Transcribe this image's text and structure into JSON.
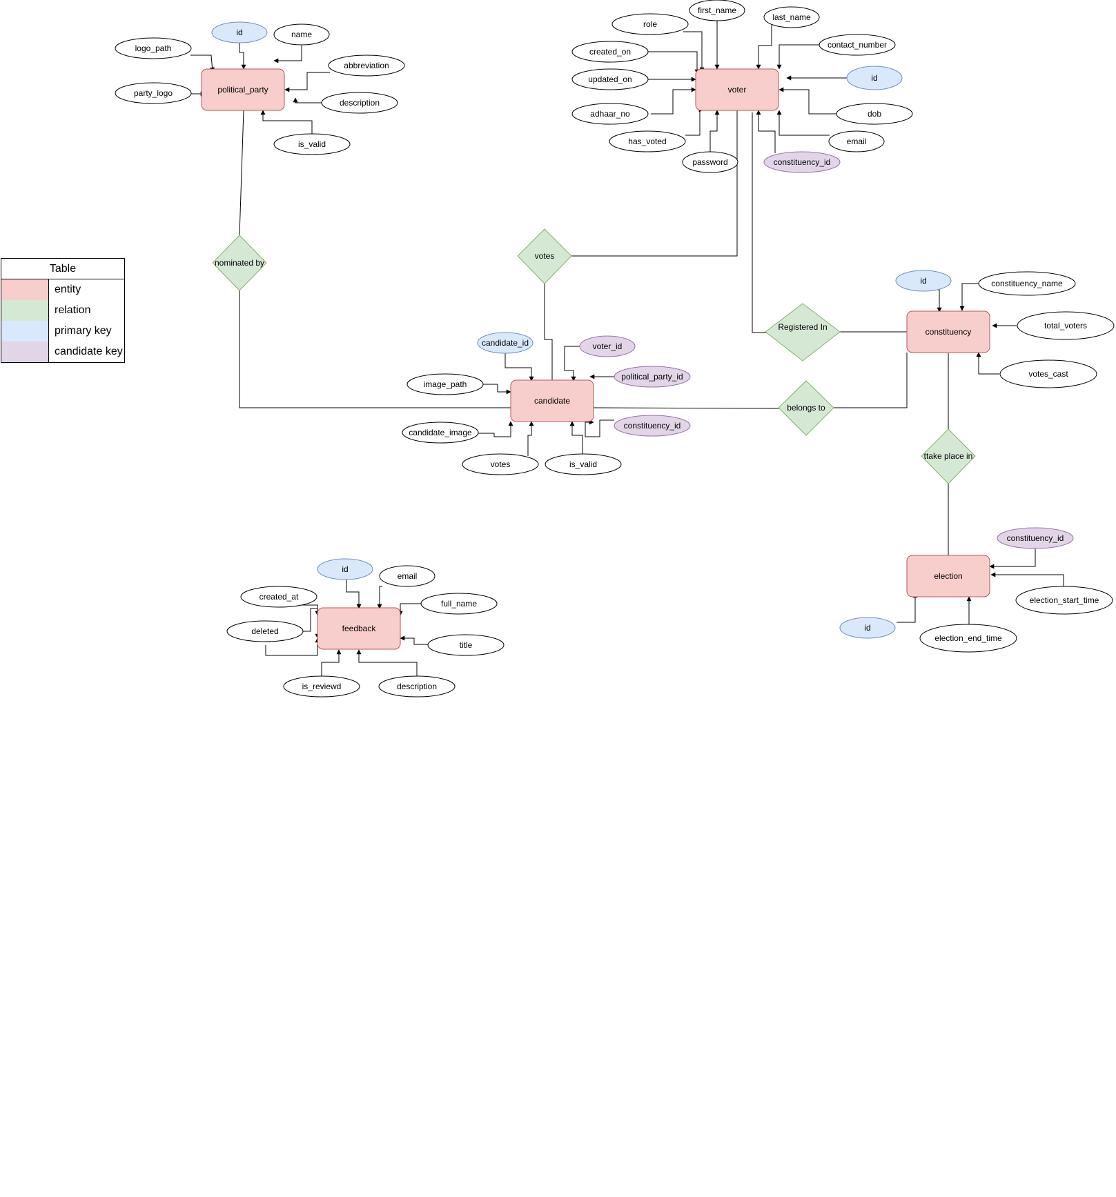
{
  "legend": {
    "title": "Table",
    "items": [
      {
        "label": "entity",
        "color": "#f8cecc"
      },
      {
        "label": "relation",
        "color": "#d5e8d4"
      },
      {
        "label": "primary key",
        "color": "#dae8fc"
      },
      {
        "label": "candidate key",
        "color": "#e1d5e7"
      }
    ]
  },
  "entities": {
    "political_party": "political_party",
    "voter": "voter",
    "candidate": "candidate",
    "constituency": "constituency",
    "election": "election",
    "feedback": "feedback"
  },
  "relations": {
    "nominated_by": "nominated by",
    "votes": "votes",
    "registered_in": "Registered In",
    "belongs_to": "belongs to",
    "take_place_in": "ttake place in"
  },
  "attributes": {
    "political_party": {
      "id": "id",
      "name": "name",
      "logo_path": "logo_path",
      "abbreviation": "abbreviation",
      "party_logo": "party_logo",
      "description": "description",
      "is_valid": "is_valid"
    },
    "voter": {
      "first_name": "first_name",
      "role": "role",
      "last_name": "last_name",
      "created_on": "created_on",
      "contact_number": "contact_number",
      "id": "id",
      "updated_on": "updated_on",
      "adhaar_no": "adhaar_no",
      "dob": "dob",
      "has_voted": "has_voted",
      "email": "email",
      "password": "password",
      "constituency_id": "constituency_id"
    },
    "candidate": {
      "candidate_id": "candidate_id",
      "voter_id": "voter_id",
      "image_path": "image_path",
      "political_party_id": "political_party_id",
      "constituency_id": "constituency_id",
      "candidate_image": "candidate_image",
      "votes": "votes",
      "is_valid": "is_valid"
    },
    "constituency": {
      "id": "id",
      "constituency_name": "constituency_name",
      "total_voters": "total_voters",
      "votes_cast": "votes_cast"
    },
    "election": {
      "constituency_id": "constituency_id",
      "election_start_time": "election_start_time",
      "id": "id",
      "election_end_time": "election_end_time"
    },
    "feedback": {
      "id": "id",
      "email": "email",
      "created_at": "created_at",
      "full_name": "full_name",
      "deleted": "deleted",
      "title": "title",
      "is_reviewd": "is_reviewd",
      "description": "description"
    }
  }
}
